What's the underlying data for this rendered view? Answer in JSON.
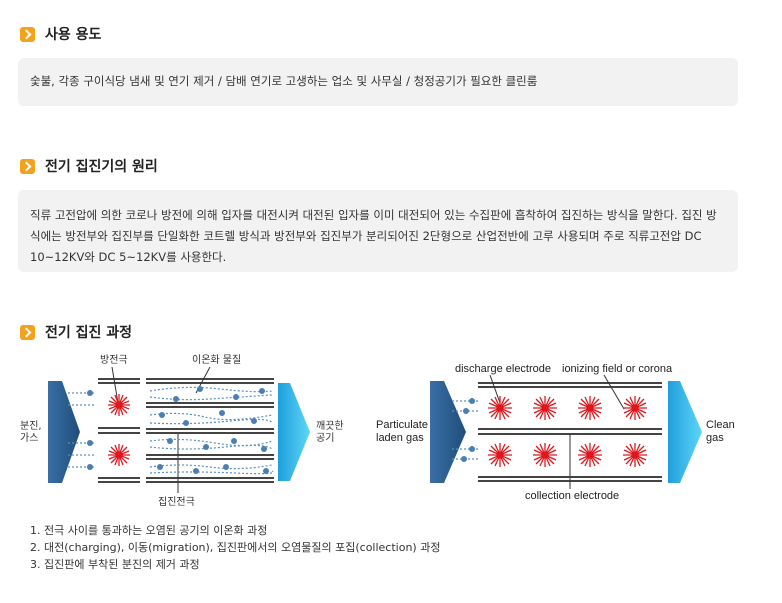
{
  "usage": {
    "title": "사용 용도",
    "text": "숯불, 각종 구이식당 냄새 및 연기 제거 / 담배 연기로 고생하는 업소 및 사무실 / 청정공기가 필요한 클린룸"
  },
  "principle": {
    "title": "전기 집진기의 원리",
    "text": "직류 고전압에 의한 코로나 방전에 의해 입자를 대전시켜 대전된 입자를 이미 대전되어 있는 수집판에 흡착하여 집진하는 방식을 말한다. 집진 방식에는 방전부와 집진부를 단일화한 코트렐 방식과 방전부와 집진부가 분리되어진 2단형으로 산업전반에 고루 사용되며 주로 직류고전압 DC 10~12KV와 DC 5~12KV를 사용한다."
  },
  "process": {
    "title": "전기 집진 과정",
    "diagram_ko": {
      "discharge_label": "방전극",
      "ion_label": "이온화 물질",
      "inlet_label": [
        "분진,",
        "가스"
      ],
      "outlet_label": [
        "깨끗한",
        "공기"
      ],
      "collector_label": "집진전극"
    },
    "diagram_en": {
      "discharge_label": "discharge electrode",
      "ion_label": "ionizing field or corona",
      "inlet_label": [
        "Particulate",
        "laden gas"
      ],
      "outlet_label": [
        "Clean",
        "gas"
      ],
      "collector_label": "collection electrode"
    },
    "steps": [
      "전극 사이를 통과하는 오염된 공기의 이온화 과정",
      "대전(charging), 이동(migration), 집진판에서의 오염물질의 포집(collection) 과정",
      "집진판에 부착된 분진의 제거 과정"
    ]
  },
  "colors": {
    "accent": "#f4a21b",
    "box_bg": "#f2f2f2",
    "corona": "#e0161d",
    "particle": "#4a7fb5",
    "arrow_dark": "#2f5f8f",
    "arrow_light": "#38c6f0",
    "plate": "#444444"
  }
}
